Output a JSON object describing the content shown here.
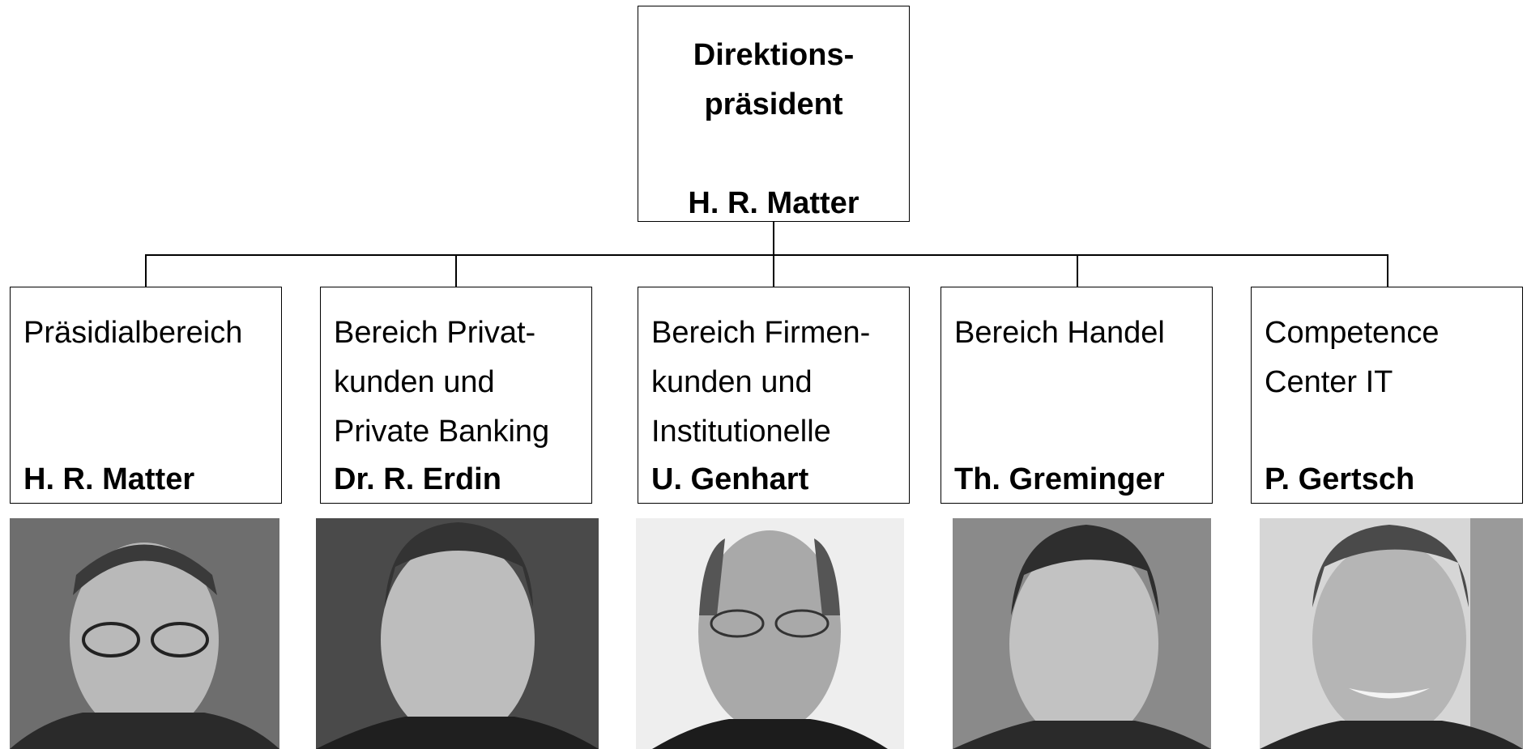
{
  "top": {
    "title_line1": "Direktions-",
    "title_line2": "präsident",
    "name": "H. R. Matter"
  },
  "departments": [
    {
      "lines": [
        "Präsidialbereich"
      ],
      "head": "H. R. Matter",
      "photo": "portrait-photo-h-r-matter"
    },
    {
      "lines": [
        "Bereich Privat-",
        "kunden und",
        "Private Banking"
      ],
      "head": "Dr. R. Erdin",
      "photo": "portrait-photo-r-erdin"
    },
    {
      "lines": [
        "Bereich Firmen-",
        "kunden und",
        "Institutionelle"
      ],
      "head": "U. Genhart",
      "photo": "portrait-photo-u-genhart"
    },
    {
      "lines": [
        "Bereich Handel"
      ],
      "head": "Th. Greminger",
      "photo": "portrait-photo-th-greminger"
    },
    {
      "lines": [
        "Competence",
        "Center IT"
      ],
      "head": "P. Gertsch",
      "photo": "portrait-photo-p-gertsch"
    }
  ]
}
